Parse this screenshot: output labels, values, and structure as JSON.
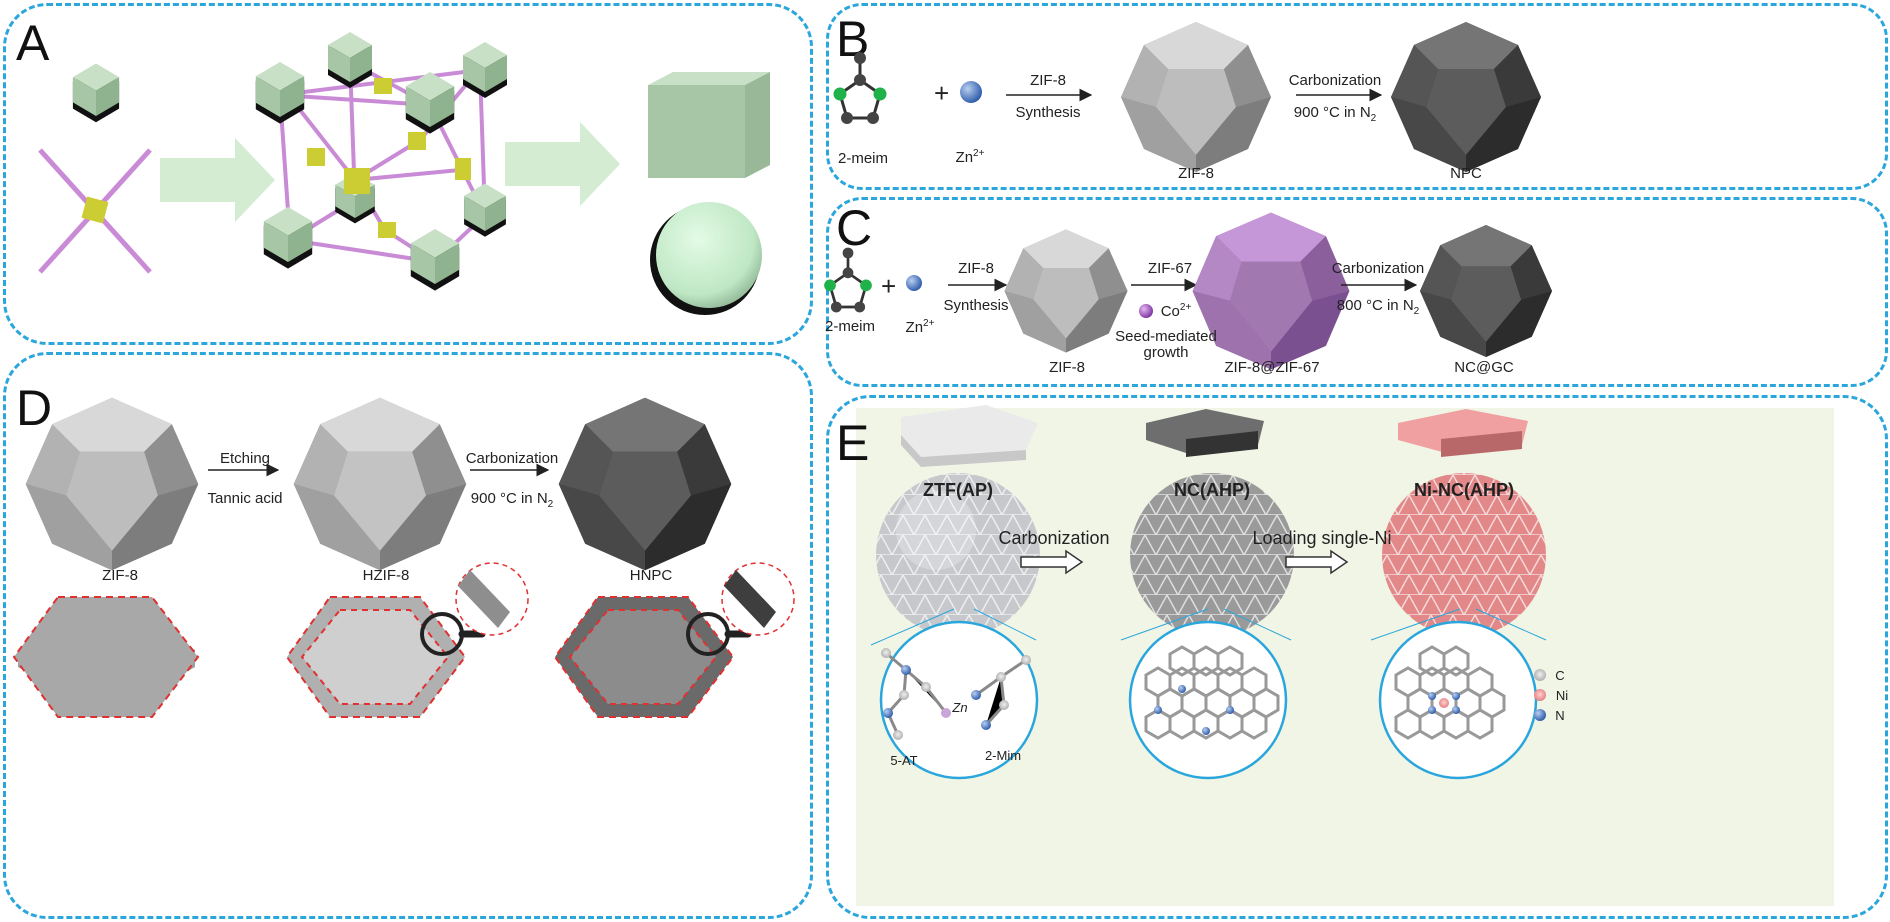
{
  "panels": {
    "A": {
      "label": "A"
    },
    "B": {
      "label": "B",
      "reactant1": "2-meim",
      "reactant2_base": "Zn",
      "reactant2_sup": "2+",
      "arrow1_top": "ZIF-8",
      "arrow1_bottom": "Synthesis",
      "product1": "ZIF-8",
      "arrow2_top": "Carbonization",
      "arrow2_bottom_pre": "900 °C in N",
      "arrow2_bottom_sub": "2",
      "product2": "NPC"
    },
    "C": {
      "label": "C",
      "reactant1": "2-meim",
      "reactant2_base": "Zn",
      "reactant2_sup": "2+",
      "arrow1_top": "ZIF-8",
      "arrow1_bottom": "Synthesis",
      "product1": "ZIF-8",
      "arrow2_top": "ZIF-67",
      "co_base": "Co",
      "co_sup": "2+",
      "arrow2_bottom_line1": "Seed-mediated",
      "arrow2_bottom_line2": "growth",
      "product2": "ZIF-8@ZIF-67",
      "arrow3_top": "Carbonization",
      "arrow3_bottom_pre": "800 °C in N",
      "arrow3_bottom_sub": "2",
      "product3": "NC@GC"
    },
    "D": {
      "label": "D",
      "arrow1_top": "Etching",
      "arrow1_bottom": "Tannic acid",
      "arrow2_top": "Carbonization",
      "arrow2_bottom_pre": "900 °C in N",
      "arrow2_bottom_sub": "2",
      "item1": "ZIF-8",
      "item2": "HZIF-8",
      "item3": "HNPC"
    },
    "E": {
      "label": "E",
      "item1": "ZTF(AP)",
      "item2": "NC(AHP)",
      "item3": "Ni-NC(AHP)",
      "arrow1": "Carbonization",
      "arrow2": "Loading single-Ni",
      "zoom1_zn": "Zn",
      "zoom1_5at": "5-AT",
      "zoom1_2mim": "2-Mim",
      "legend": [
        "C",
        "Ni",
        "N"
      ]
    }
  },
  "colors": {
    "border": "#2aa6dc",
    "cube_green": "#a6c6a6",
    "sphere_green": "#cdf0d2",
    "linker_purple": "#c98bd6",
    "node_yellow": "#cccc33",
    "n_green": "#1fb14a",
    "zn_blue": "#4a78c8",
    "co_purple": "#a65fc4",
    "pink": "#f0a0a0",
    "red_dash": "#e03030",
    "panelE_bg": "#f1f5e6"
  }
}
